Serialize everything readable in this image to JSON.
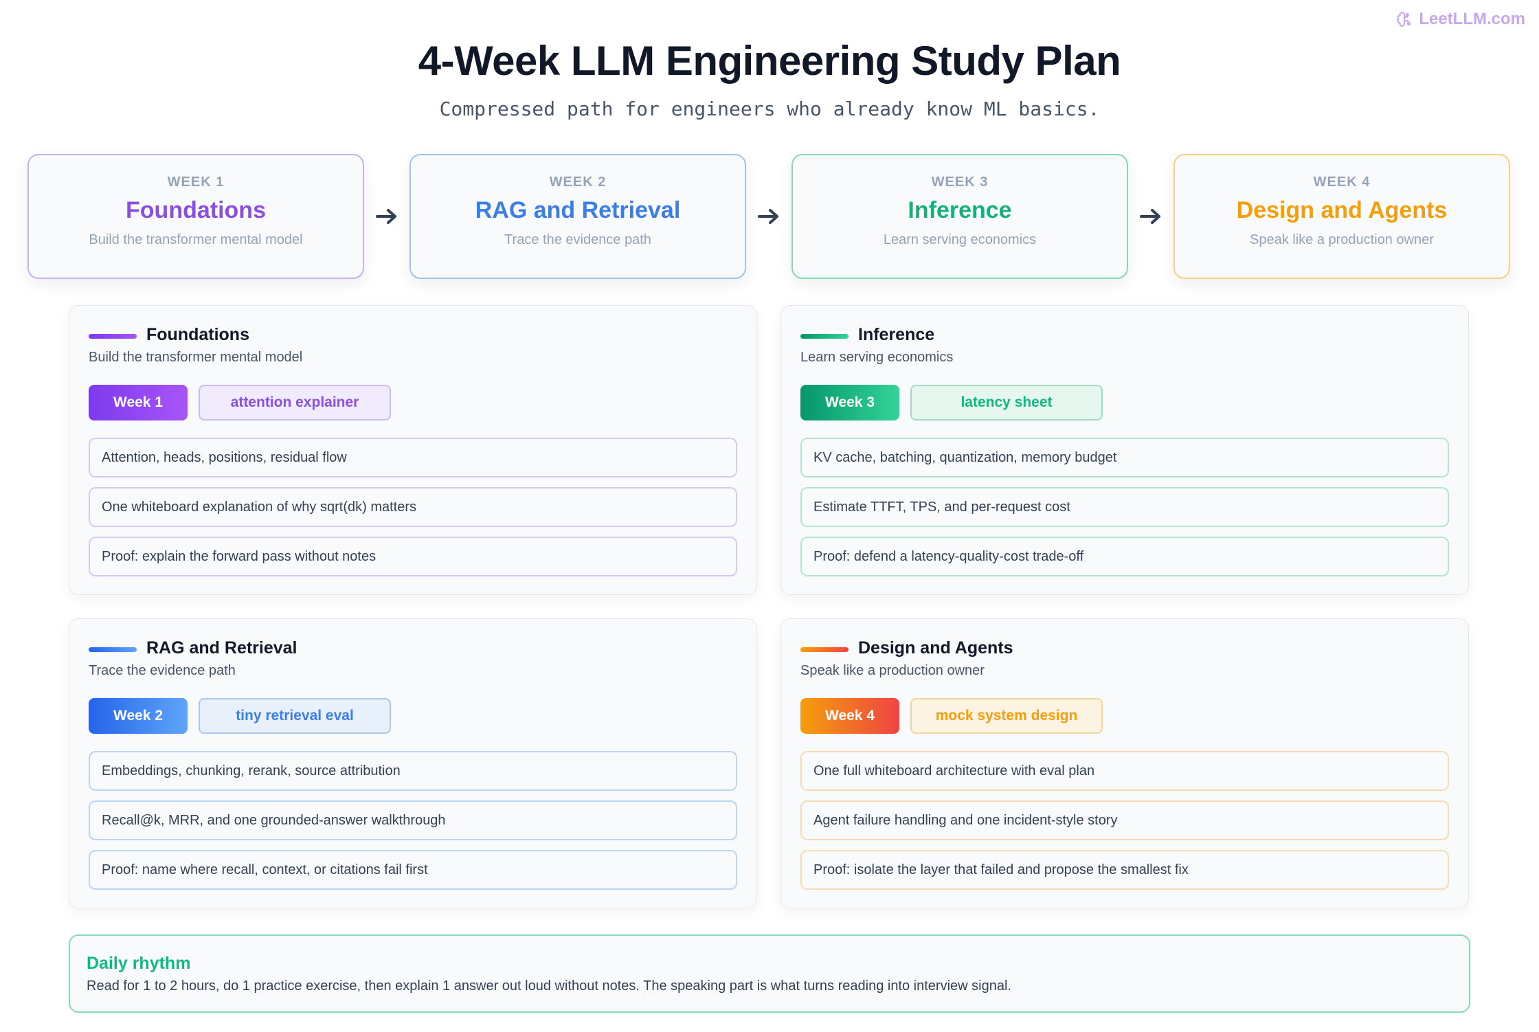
{
  "brand": {
    "text": "LeetLLM.com",
    "icon": "brain-icon"
  },
  "header": {
    "title": "4-Week LLM Engineering Study Plan",
    "subtitle": "Compressed path for engineers who already know ML basics."
  },
  "weeks": [
    {
      "week": "WEEK 1",
      "name": "Foundations",
      "subtitle": "Build the transformer mental model",
      "color": "#8b4fe0",
      "border": "#c4b2f2"
    },
    {
      "week": "WEEK 2",
      "name": "RAG and Retrieval",
      "subtitle": "Trace the evidence path",
      "color": "#3b7ee6",
      "border": "#9ec2f3"
    },
    {
      "week": "WEEK 3",
      "name": "Inference",
      "subtitle": "Learn serving economics",
      "color": "#16b07a",
      "border": "#86d8b6"
    },
    {
      "week": "WEEK 4",
      "name": "Design and Agents",
      "subtitle": "Speak like a production owner",
      "color": "#f59e0b",
      "border": "#f7cf85"
    }
  ],
  "panels": [
    {
      "title": "Foundations",
      "subtitle": "Build the transformer mental model",
      "badge": "Week 1",
      "tag": "attention explainer",
      "items": [
        "Attention, heads, positions, residual flow",
        "One whiteboard explanation of why sqrt(dk) matters",
        "Proof: explain the forward pass without notes"
      ],
      "accent_from": "#7c3aed",
      "accent_to": "#a855f7",
      "tag_bg": "#f1ecfd",
      "tag_border": "#cbbaf4",
      "tag_text": "#8b4fe0",
      "item_border": "#d6cbf6"
    },
    {
      "title": "Inference",
      "subtitle": "Learn serving economics",
      "badge": "Week 3",
      "tag": "latency sheet",
      "items": [
        "KV cache, batching, quantization, memory budget",
        "Estimate TTFT, TPS, and per-request cost",
        "Proof: defend a latency-quality-cost trade-off"
      ],
      "accent_from": "#059669",
      "accent_to": "#34d399",
      "tag_bg": "#e6f7ef",
      "tag_border": "#9fdcc1",
      "tag_text": "#10b981",
      "item_border": "#b2e6cf"
    },
    {
      "title": "RAG and Retrieval",
      "subtitle": "Trace the evidence path",
      "badge": "Week 2",
      "tag": "tiny retrieval eval",
      "items": [
        "Embeddings, chunking, rerank, source attribution",
        "Recall@k, MRR, and one grounded-answer walkthrough",
        "Proof: name where recall, context, or citations fail first"
      ],
      "accent_from": "#2563eb",
      "accent_to": "#60a5fa",
      "tag_bg": "#e8f0fc",
      "tag_border": "#aac8f3",
      "tag_text": "#3b7ee6",
      "item_border": "#bcd4f5"
    },
    {
      "title": "Design and Agents",
      "subtitle": "Speak like a production owner",
      "badge": "Week 4",
      "tag": "mock system design",
      "items": [
        "One full whiteboard architecture with eval plan",
        "Agent failure handling and one incident-style story",
        "Proof: isolate the layer that failed and propose the smallest fix"
      ],
      "accent_from": "#f59e0b",
      "accent_to": "#ef4444",
      "tag_bg": "#fdf3e3",
      "tag_border": "#f5d49b",
      "tag_text": "#f59e0b",
      "item_border": "#f6ddb1"
    }
  ],
  "rhythm": {
    "title": "Daily rhythm",
    "body": "Read for 1 to 2 hours, do 1 practice exercise, then explain 1 answer out loud without notes. The speaking part is what turns reading into interview signal."
  }
}
